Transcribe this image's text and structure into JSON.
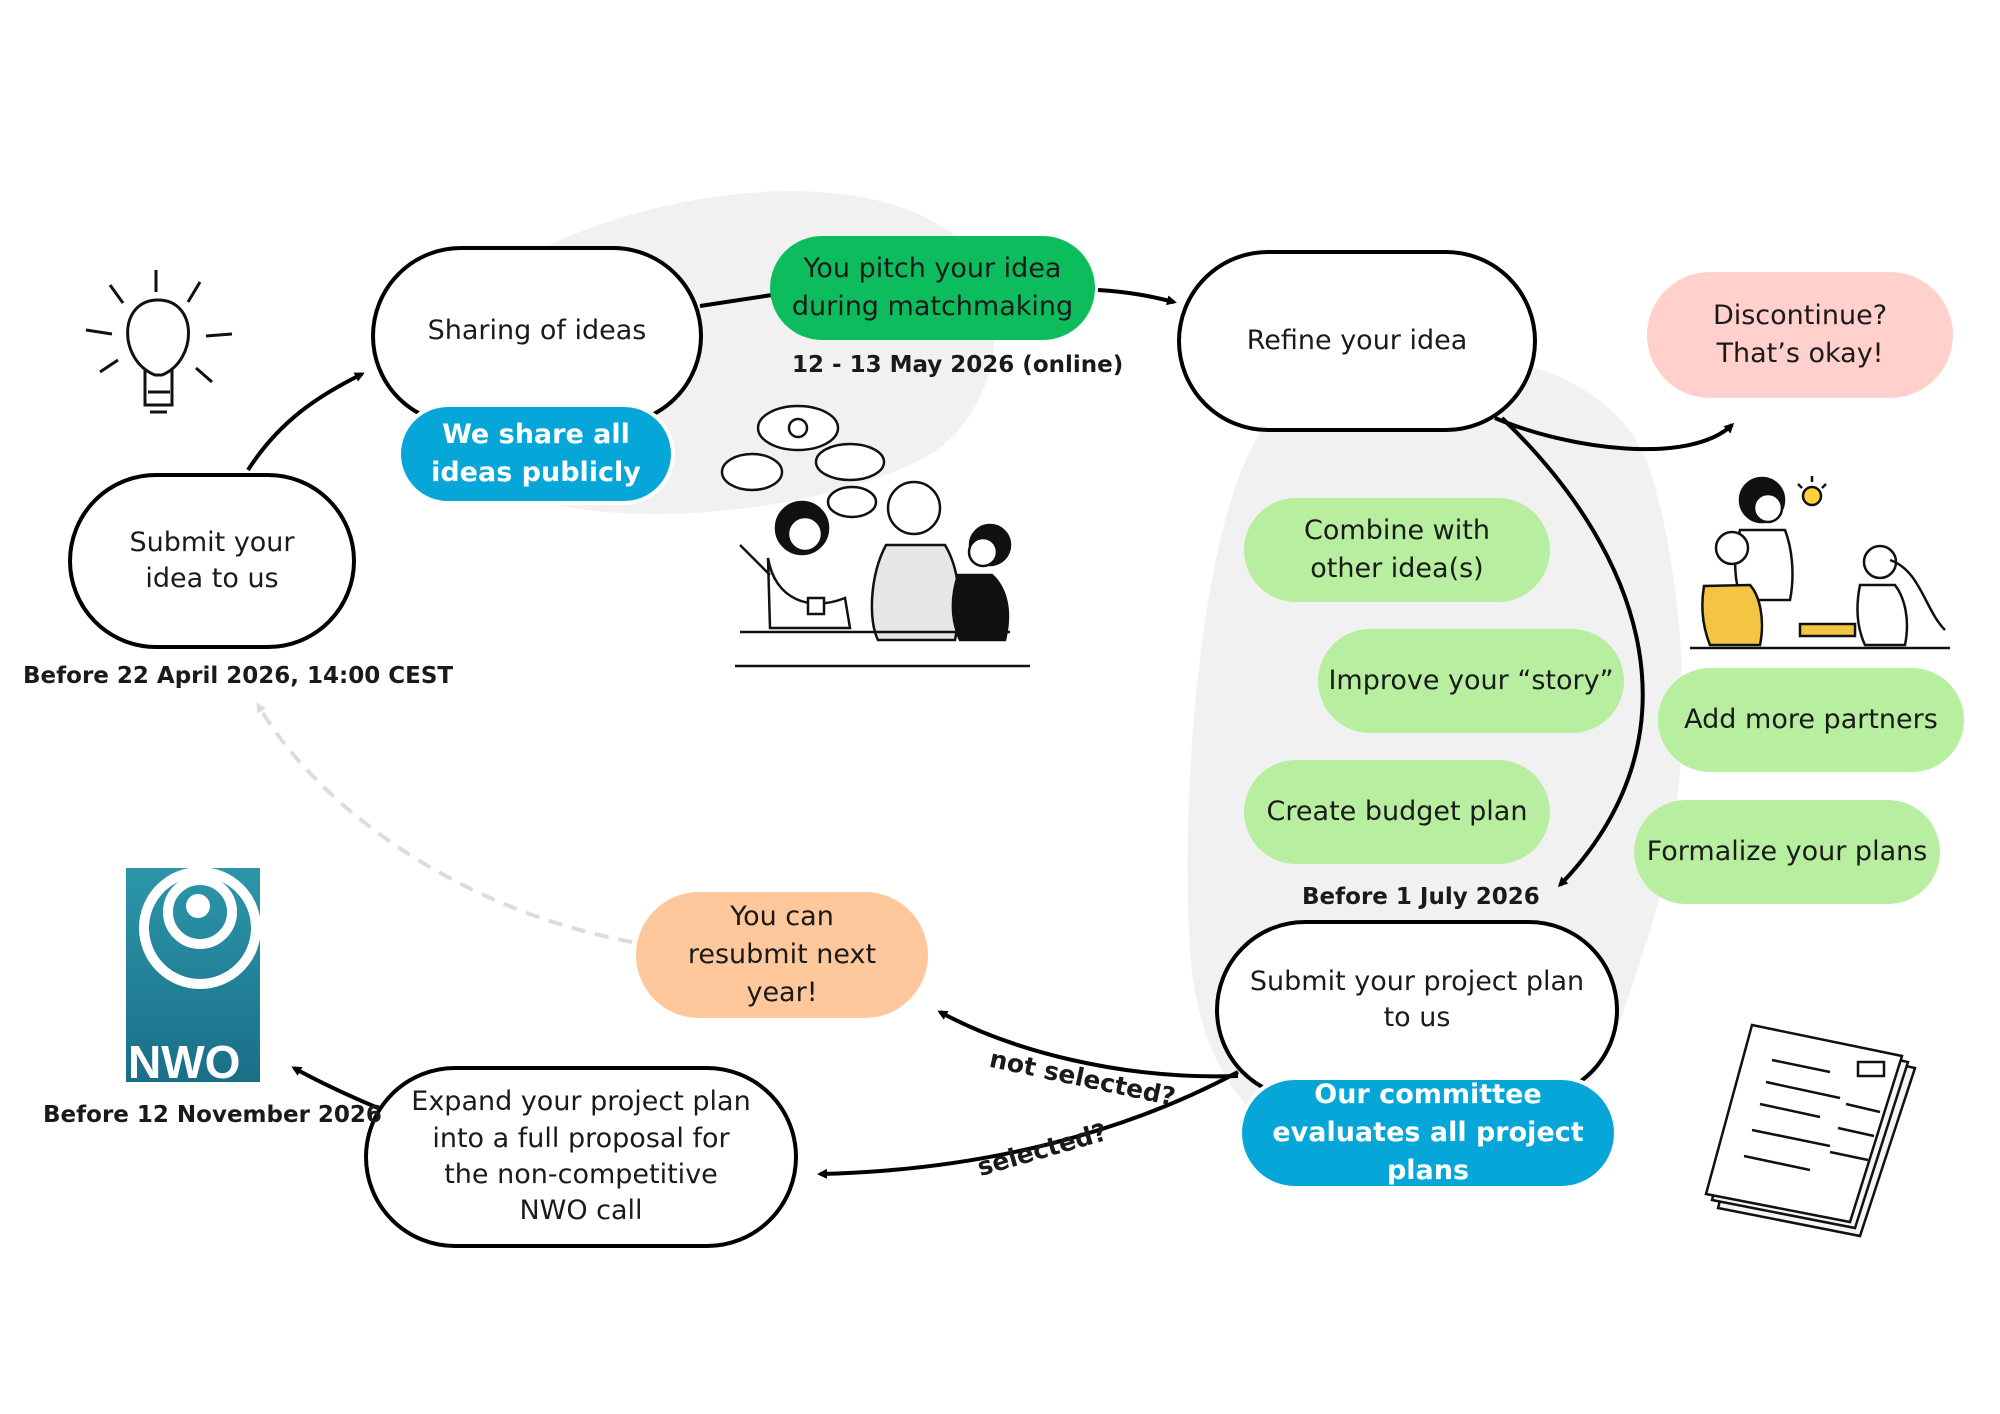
{
  "nodes": {
    "submit_idea": "Submit your idea to us",
    "sharing": "Sharing of ideas",
    "share_public": "We share all ideas publicly",
    "pitch": "You pitch your idea during matchmaking",
    "refine": "Refine your idea",
    "discontinue": "Discontinue? That’s okay!",
    "combine": "Combine with other idea(s)",
    "improve_story": "Improve your “story”",
    "budget": "Create budget plan",
    "partners": "Add more partners",
    "formalize": "Formalize your plans",
    "submit_plan": "Submit your project plan to us",
    "committee": "Our committee evaluates all project plans",
    "resubmit": "You can resubmit next year!",
    "expand": "Expand your project plan into a full proposal for the non-competitive NWO call"
  },
  "dates": {
    "submit_idea": "Before 22 April 2026, 14:00 CEST",
    "matchmaking": "12 - 13 May 2026 (online)",
    "project_plan": "Before 1 July 2026",
    "full_proposal": "Before 12 November 2026"
  },
  "edges": {
    "not_selected": "not selected?",
    "selected": "selected?"
  },
  "logo": {
    "text": "NWO"
  },
  "icons": [
    "lightbulb-icon",
    "people-talking-illustration",
    "team-brainstorm-illustration",
    "documents-illustration",
    "nwo-logo"
  ],
  "colors": {
    "light_green": "#b8ee9f",
    "bright_green": "#0dbd5d",
    "blue": "#06a7d8",
    "pink": "#ffd0cc",
    "peach": "#ffc79c",
    "logo_teal": "#1d7a91"
  }
}
